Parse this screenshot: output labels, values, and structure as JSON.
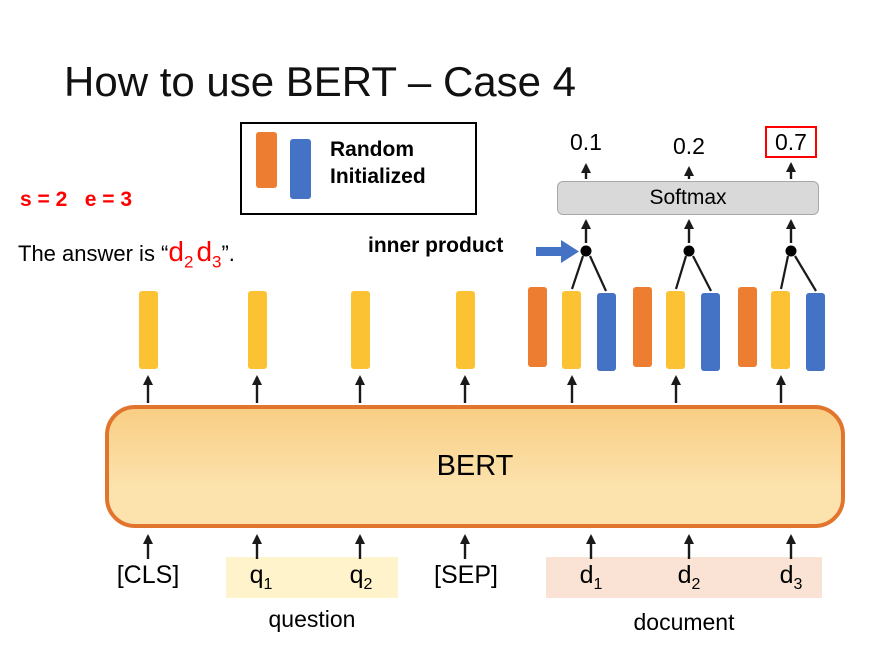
{
  "title": "How to use BERT – Case 4",
  "legend": {
    "label": "Random\nInitialized"
  },
  "notes": {
    "span_values": "s = 2   e = 3",
    "answer_prefix": "The answer is “",
    "answer_tokens": [
      {
        "base": "d",
        "sub": "2"
      },
      {
        "base": "d",
        "sub": "3"
      }
    ],
    "answer_suffix": "”.",
    "inner_product_label": "inner product"
  },
  "softmax": {
    "label": "Softmax",
    "outputs": [
      {
        "value": "0.1",
        "highlighted": false
      },
      {
        "value": "0.2",
        "highlighted": false
      },
      {
        "value": "0.7",
        "highlighted": true
      }
    ]
  },
  "bert": {
    "label": "BERT"
  },
  "tokens": [
    {
      "base": "[CLS]",
      "sub": ""
    },
    {
      "base": "q",
      "sub": "1"
    },
    {
      "base": "q",
      "sub": "2"
    },
    {
      "base": "[SEP]",
      "sub": ""
    },
    {
      "base": "d",
      "sub": "1"
    },
    {
      "base": "d",
      "sub": "2"
    },
    {
      "base": "d",
      "sub": "3"
    }
  ],
  "spans": {
    "question_label": "question",
    "document_label": "document"
  },
  "colors": {
    "orange": "#ED7D31",
    "yellow": "#FBC334",
    "blue": "#4472C4",
    "red": "#FF0000",
    "bert_border": "#E2752E",
    "bert_fill_top": "#F9CE84",
    "bert_fill_bottom": "#FCE3AE",
    "softmax_bg": "#D9D9D9",
    "question_bg": "#FFF3CC",
    "document_bg": "#FAE3D5"
  }
}
